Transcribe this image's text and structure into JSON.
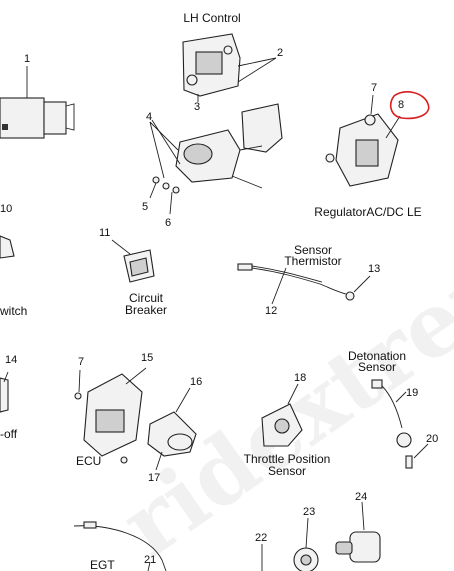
{
  "watermark": "ridextreme",
  "captions": {
    "lh_control": "LH Control",
    "regulator": "RegulatorAC/DC LE",
    "sensor_line1": "Sensor",
    "sensor_line2": "Thermistor",
    "circuit_line1": "Circuit",
    "circuit_line2": "Breaker",
    "detonation_line1": "Detonation",
    "detonation_line2": "Sensor",
    "ecu": "ECU",
    "throttle_line1": "Throttle Position",
    "throttle_line2": "Sensor",
    "switch_partial": "witch",
    "off_partial": "-off",
    "egt": "EGT"
  },
  "callouts": [
    "1",
    "2",
    "3",
    "4",
    "5",
    "6",
    "7",
    "8",
    "10",
    "11",
    "12",
    "13",
    "14",
    "15",
    "16",
    "17",
    "18",
    "19",
    "20",
    "21",
    "22",
    "23",
    "24",
    "7"
  ],
  "highlight_color": "#d81e1e"
}
